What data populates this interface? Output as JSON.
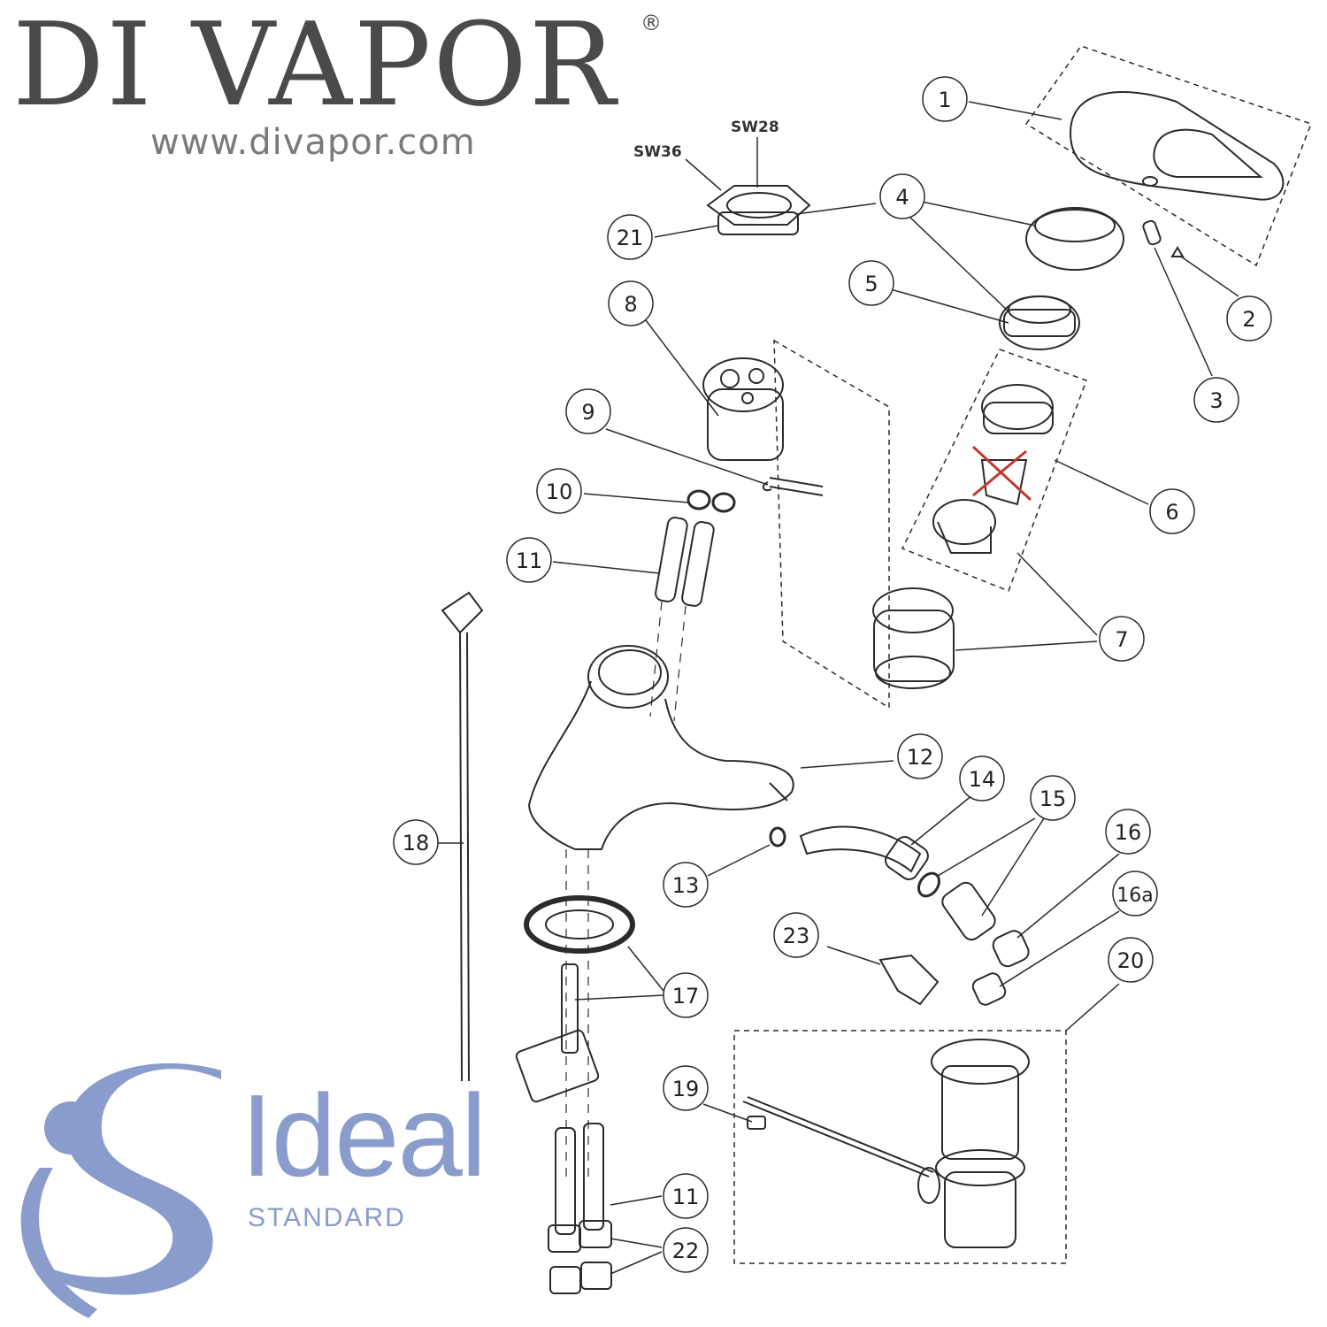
{
  "brand": {
    "title": "DI VAPOR",
    "registered": "®",
    "url": "www.divapor.com"
  },
  "logo": {
    "word": "Ideal",
    "sub": "STANDARD",
    "color": "#8a9ccb"
  },
  "diagram": {
    "tags": [
      "SW36",
      "SW28"
    ],
    "callouts": [
      "1",
      "2",
      "3",
      "4",
      "5",
      "6",
      "7",
      "7",
      "8",
      "9",
      "10",
      "11",
      "11",
      "12",
      "13",
      "14",
      "15",
      "16",
      "16a",
      "17",
      "18",
      "19",
      "20",
      "21",
      "22",
      "23"
    ]
  },
  "colors": {
    "line": "#2b2b2b",
    "cross": "#c0392b",
    "brand_text": "#4a4a4a"
  }
}
